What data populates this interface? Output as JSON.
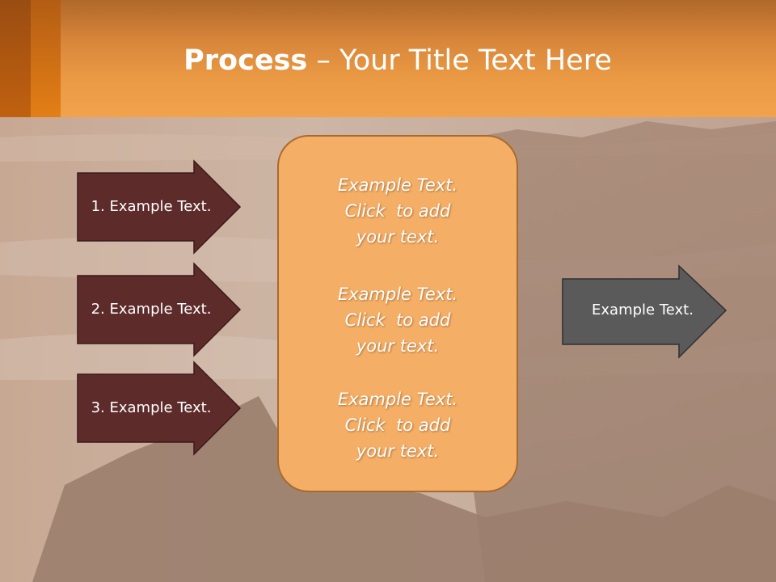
{
  "title": {
    "bold": "Process",
    "rest": " – Your Title Text Here"
  },
  "left_arrows": [
    {
      "label": "1. Example Text."
    },
    {
      "label": "2. Example Text."
    },
    {
      "label": "3. Example Text."
    }
  ],
  "center_box": {
    "blocks": [
      {
        "lines": [
          "Example Text.",
          "Click  to add",
          "your text."
        ]
      },
      {
        "lines": [
          "Example Text.",
          "Click  to add",
          "your text."
        ]
      },
      {
        "lines": [
          "Example Text.",
          "Click  to add",
          "your text."
        ]
      }
    ]
  },
  "right_arrow": {
    "label": "Example Text."
  },
  "colors": {
    "header": "#ec9b45",
    "left_arrow_fill": "#5e2b2b",
    "center_box_fill": "#f4ae65",
    "center_box_border": "#a86a2d",
    "right_arrow_fill": "#5a5a5a"
  }
}
